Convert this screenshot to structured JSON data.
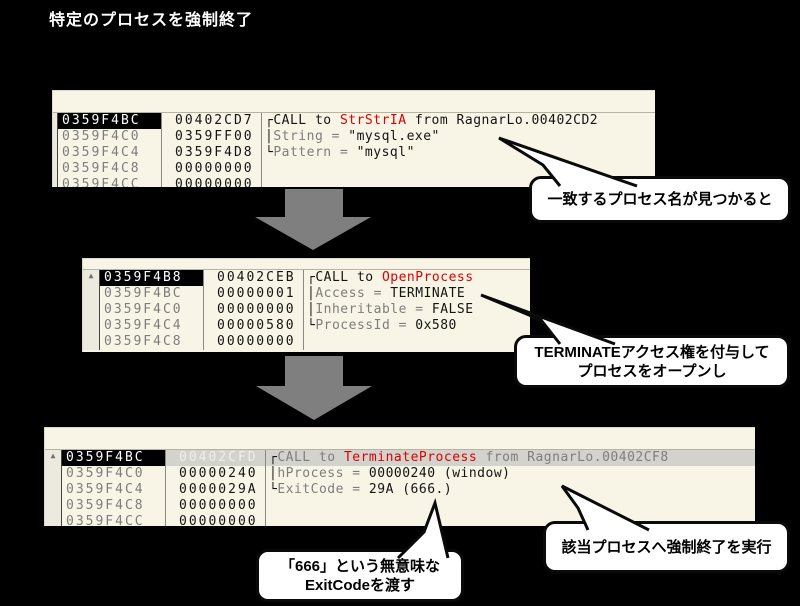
{
  "title": "特定のプロセスを強制終了",
  "colors": {
    "panel_bg": "#f8f4e6",
    "black": "#141414",
    "gray": "#7e7e7e",
    "red": "#dd0000",
    "light": "#efefe9",
    "white": "#ffffff",
    "selected_bg": "#000000",
    "row_highlight_bg": "#d3d3cd",
    "arrow": "#7f7f7f"
  },
  "icons": {
    "scroll_up": "▲"
  },
  "panels": [
    {
      "name": "strstr-call",
      "rows": [
        {
          "addr": "0359F4BC",
          "selected": true,
          "value": "00402CD7",
          "bracket": "┌",
          "comment": [
            {
              "t": "CALL to ",
              "c": "black"
            },
            {
              "t": "StrStrIA",
              "c": "red"
            },
            {
              "t": " from RagnarLo.00402CD2",
              "c": "black"
            }
          ]
        },
        {
          "addr": "0359F4C0",
          "value": "0359FF00",
          "bracket": "│",
          "comment": [
            {
              "t": "String = ",
              "c": "gray"
            },
            {
              "t": "\"mysql.exe\"",
              "c": "black"
            }
          ]
        },
        {
          "addr": "0359F4C4",
          "value": "0359F4D8",
          "bracket": "└",
          "comment": [
            {
              "t": "Pattern = ",
              "c": "gray"
            },
            {
              "t": "\"mysql\"",
              "c": "black"
            }
          ]
        },
        {
          "addr": "0359F4C8",
          "value": "00000000"
        },
        {
          "addr": "0359F4CC",
          "value": "00000000"
        }
      ]
    },
    {
      "name": "openprocess-call",
      "scroll_up": true,
      "rows": [
        {
          "addr": "0359F4B8",
          "selected": true,
          "value": "00402CEB",
          "bracket": "┌",
          "comment": [
            {
              "t": "CALL to ",
              "c": "black"
            },
            {
              "t": "OpenProcess",
              "c": "red"
            }
          ]
        },
        {
          "addr": "0359F4BC",
          "value": "00000001",
          "bracket": "│",
          "comment": [
            {
              "t": "Access = ",
              "c": "gray"
            },
            {
              "t": "TERMINATE",
              "c": "black"
            }
          ]
        },
        {
          "addr": "0359F4C0",
          "value": "00000000",
          "bracket": "│",
          "comment": [
            {
              "t": "Inheritable = ",
              "c": "gray"
            },
            {
              "t": "FALSE",
              "c": "black"
            }
          ]
        },
        {
          "addr": "0359F4C4",
          "value": "00000580",
          "bracket": "└",
          "comment": [
            {
              "t": "ProcessId = ",
              "c": "gray"
            },
            {
              "t": "0x580",
              "c": "black"
            }
          ]
        },
        {
          "addr": "0359F4C8",
          "value": "00000000"
        }
      ]
    },
    {
      "name": "terminateprocess-call",
      "scroll_up": true,
      "rows": [
        {
          "addr": "0359F4BC",
          "selected": true,
          "value": "00402CFD",
          "value_color": "light",
          "row_bg": "row_highlight_bg",
          "bracket": "┌",
          "comment": [
            {
              "t": "CALL to ",
              "c": "gray"
            },
            {
              "t": "TerminateProcess",
              "c": "red"
            },
            {
              "t": " from RagnarLo.00402CF8",
              "c": "gray"
            }
          ]
        },
        {
          "addr": "0359F4C0",
          "value": "00000240",
          "bracket": "│",
          "comment": [
            {
              "t": "hProcess = ",
              "c": "gray"
            },
            {
              "t": "00000240 (window)",
              "c": "black"
            }
          ]
        },
        {
          "addr": "0359F4C4",
          "value": "0000029A",
          "bracket": "└",
          "comment": [
            {
              "t": "ExitCode = ",
              "c": "gray"
            },
            {
              "t": "29A (666.)",
              "c": "black"
            }
          ]
        },
        {
          "addr": "0359F4C8",
          "value": "00000000"
        },
        {
          "addr": "0359F4CC",
          "value": "00000000"
        }
      ]
    }
  ],
  "callouts": [
    {
      "lines": [
        "一致するプロセス名が見つかると"
      ]
    },
    {
      "lines": [
        "TERMINATEアクセス権を付与して",
        "プロセスをオープンし"
      ]
    },
    {
      "lines": [
        "「666」という無意味な",
        "ExitCodeを渡す"
      ]
    },
    {
      "lines": [
        "該当プロセスへ強制終了を実行"
      ]
    }
  ]
}
